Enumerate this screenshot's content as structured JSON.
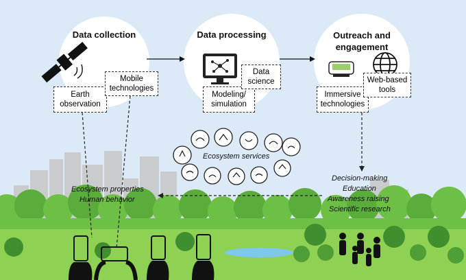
{
  "stages": {
    "collection": {
      "title": "Data collection",
      "box1": "Earth\nobservation",
      "box2": "Mobile\ntechnologies"
    },
    "processing": {
      "title": "Data processing",
      "box1": "Modeling/\nsimulation",
      "box2": "Data\nscience"
    },
    "outreach": {
      "title": "Outreach and\nengagement",
      "box1": "Immersive\ntechnologies",
      "box2": "Web-based\ntools"
    }
  },
  "ecosystem_services": "Ecosystem services",
  "feedback_left": [
    "Ecosystem properties",
    "Human behavior"
  ],
  "feedback_right": [
    "Decision-making",
    "Education",
    "Awareness raising",
    "Scientific research"
  ],
  "colors": {
    "sky": "#dbeaf6",
    "grass": "#8fd153",
    "tree_light": "#6dbf45",
    "tree_dark": "#3f8f2e",
    "city": "#c9cbcd",
    "lake": "#7ec8ee"
  }
}
